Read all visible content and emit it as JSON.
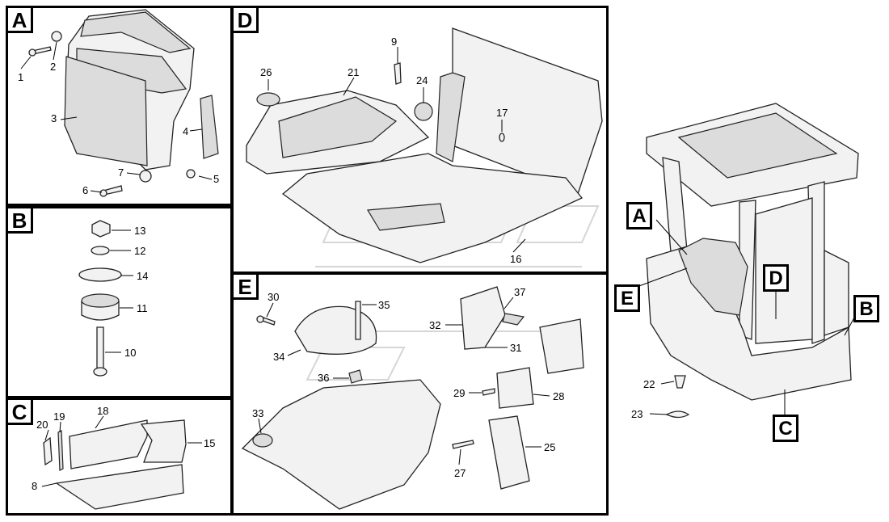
{
  "panels": {
    "A": {
      "label": "A",
      "parts": [
        "1",
        "2",
        "3",
        "4",
        "5",
        "6",
        "7"
      ]
    },
    "B": {
      "label": "B",
      "parts": [
        "13",
        "12",
        "14",
        "11",
        "10"
      ]
    },
    "C": {
      "label": "C",
      "parts": [
        "20",
        "19",
        "18",
        "15",
        "8"
      ]
    },
    "D": {
      "label": "D",
      "parts": [
        "9",
        "26",
        "21",
        "24",
        "17",
        "16"
      ]
    },
    "E": {
      "label": "E",
      "parts": [
        "30",
        "35",
        "37",
        "32",
        "31",
        "34",
        "36",
        "29",
        "28",
        "33",
        "25",
        "27"
      ]
    }
  },
  "overview_callouts": {
    "A": "A",
    "E": "E",
    "D": "D",
    "B": "B",
    "C": "C"
  },
  "overview_parts": [
    "22",
    "23"
  ]
}
